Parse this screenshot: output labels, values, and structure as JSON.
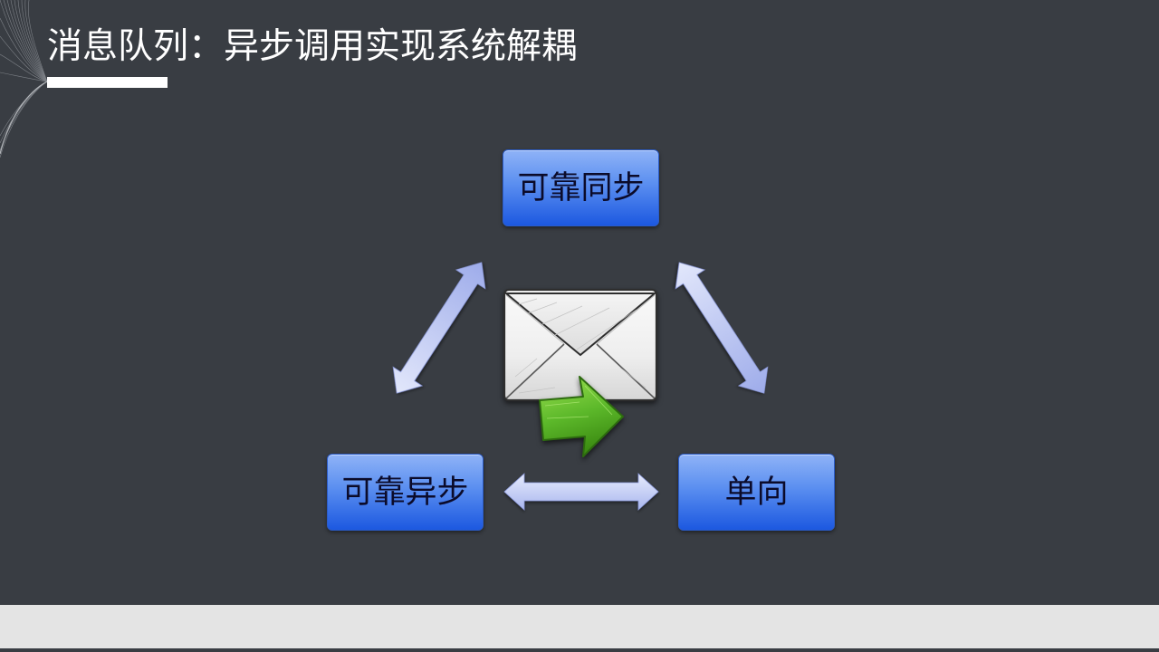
{
  "slide": {
    "title": "消息队列：异步调用实现系统解耦"
  },
  "diagram": {
    "nodes": {
      "top": {
        "label": "可靠同步"
      },
      "bottom_left": {
        "label": "可靠异步"
      },
      "bottom_right": {
        "label": "单向"
      }
    },
    "connector_icon": "double-headed-arrow-icon",
    "center_icon": "envelope-icon",
    "center_badge_icon": "send-arrow-icon"
  },
  "colors": {
    "background": "#393d43",
    "title_text": "#ffffff",
    "title_underline": "#ffffff",
    "node_gradient_top": "#8fb3f7",
    "node_gradient_bottom": "#1c58e0",
    "node_text": "#0b0b2a",
    "connector_light": "#e2e7fb",
    "connector_dark": "#9eacea",
    "envelope": "#f1f1f1",
    "send_arrow_light": "#9be04f",
    "send_arrow_dark": "#3c8c12",
    "footer_band": "#e4e4e4"
  }
}
